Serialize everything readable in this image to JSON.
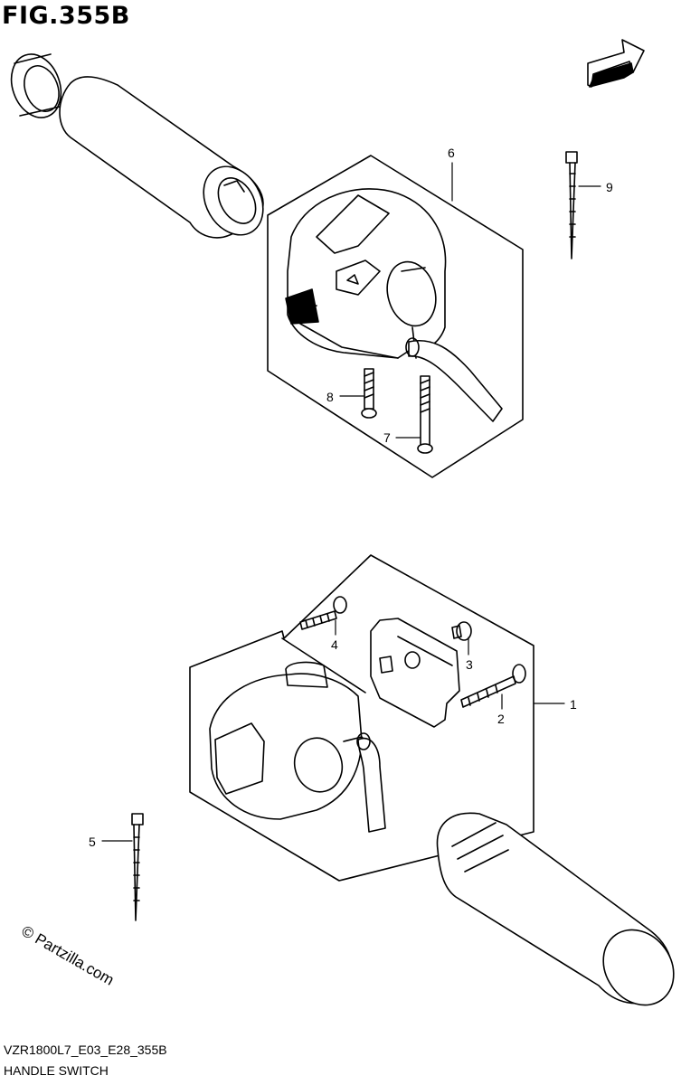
{
  "figure": {
    "title": "FIG.355B",
    "model_code": "VZR1800L7_E03_E28_355B",
    "section_name": "HANDLE SWITCH",
    "watermark": "© Partzilla.com",
    "fwd_label": "FWD"
  },
  "callouts": [
    {
      "id": "1",
      "label": "1"
    },
    {
      "id": "2",
      "label": "2"
    },
    {
      "id": "3",
      "label": "3"
    },
    {
      "id": "4",
      "label": "4"
    },
    {
      "id": "5",
      "label": "5"
    },
    {
      "id": "6",
      "label": "6"
    },
    {
      "id": "7",
      "label": "7"
    },
    {
      "id": "8",
      "label": "8"
    },
    {
      "id": "9",
      "label": "9"
    }
  ]
}
